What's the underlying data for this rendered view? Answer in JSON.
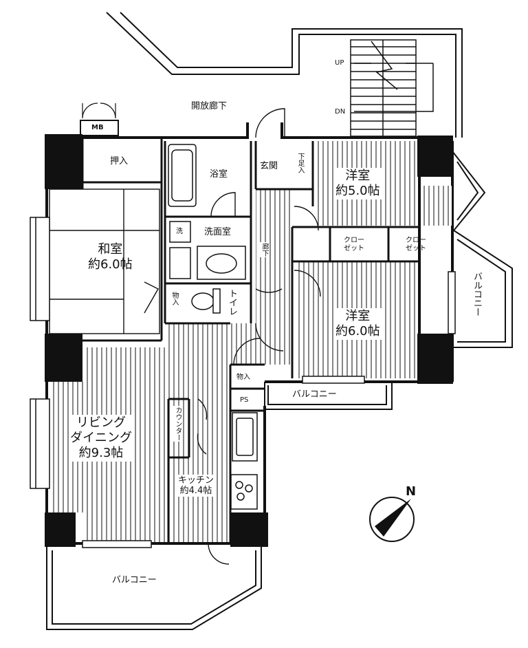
{
  "corridor": {
    "label": "開放廊下"
  },
  "stairs": {
    "up": "UP",
    "down": "DN"
  },
  "mb": {
    "label": "MB"
  },
  "rooms": {
    "oshiire": {
      "label": "押入"
    },
    "washitsu": {
      "name": "和室",
      "size": "約6.0帖"
    },
    "bath": {
      "label": "浴室"
    },
    "entrance": {
      "label": "玄関"
    },
    "shoe_box": {
      "label": "下足入"
    },
    "washroom": {
      "label": "洗面室"
    },
    "laundry": {
      "label": "洗"
    },
    "hallway": {
      "label": "廊下"
    },
    "storage_toilet": {
      "label": "物入"
    },
    "toilet": {
      "label": "トイレ"
    },
    "western1": {
      "name": "洋室",
      "size": "約5.0帖"
    },
    "western2": {
      "name": "洋室",
      "size": "約6.0帖"
    },
    "closet1": {
      "line1": "クロー",
      "line2": "ゼット"
    },
    "closet2": {
      "line1": "クロー",
      "line2": "ゼット"
    },
    "ldk": {
      "line1": "リビング",
      "line2": "ダイニング",
      "size": "約9.3帖"
    },
    "counter": {
      "label": "カウンター"
    },
    "kitchen": {
      "name": "キッチン",
      "size": "約4.4帖"
    },
    "storage_kitchen": {
      "label": "物入"
    },
    "ps": {
      "label": "PS"
    }
  },
  "balconies": {
    "east": {
      "label": "バルコニー"
    },
    "middle": {
      "label": "バルコニー"
    },
    "south": {
      "label": "バルコニー"
    }
  },
  "compass": {
    "label": "N"
  }
}
